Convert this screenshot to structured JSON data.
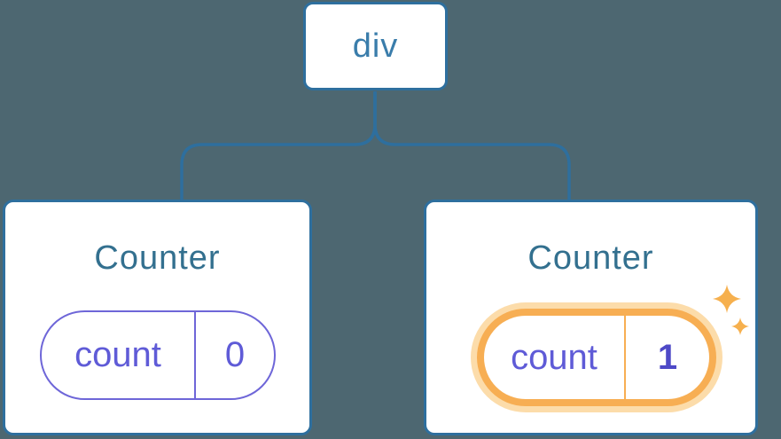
{
  "diagram": {
    "root": {
      "label": "div"
    },
    "children": [
      {
        "title": "Counter",
        "state_key": "count",
        "state_value": "0",
        "highlighted": false
      },
      {
        "title": "Counter",
        "state_key": "count",
        "state_value": "1",
        "highlighted": true
      }
    ]
  },
  "icons": {
    "highlight": "sparkles-icon"
  },
  "colors": {
    "background": "#4d6771",
    "connector": "#2e6f9e",
    "card_border": "#2e6f9e",
    "card_bg": "#ffffff",
    "root_label": "#3a7dab",
    "title": "#33708f",
    "pill_border": "#6e66d8",
    "pill_text": "#5f5bd7",
    "value_highlight_text": "#4e49c7",
    "highlight_ring": "#f7ae53",
    "highlight_glow": "#fcdcaa",
    "sparkle": "#f6b04e"
  }
}
